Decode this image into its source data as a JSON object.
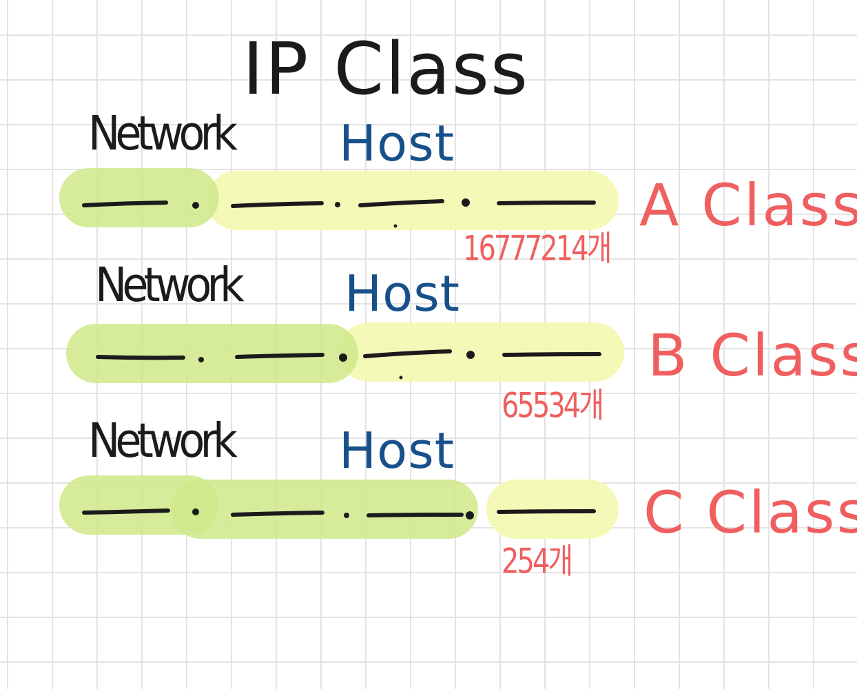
{
  "title": "IP Class",
  "rows": [
    {
      "network_label": "Network",
      "host_label": "Host",
      "class_label": "A Class",
      "host_count": "16777214개"
    },
    {
      "network_label": "Network",
      "host_label": "Host",
      "class_label": "B Class",
      "host_count": "65534개"
    },
    {
      "network_label": "Network",
      "host_label": "Host",
      "class_label": "C Class",
      "host_count": "254개"
    }
  ],
  "colors": {
    "network_highlight": "#cfe98a",
    "host_highlight": "#f4f8b0",
    "ink": "#1b1b1b",
    "host_text": "#17508a",
    "class_text": "#ef5f5f"
  }
}
